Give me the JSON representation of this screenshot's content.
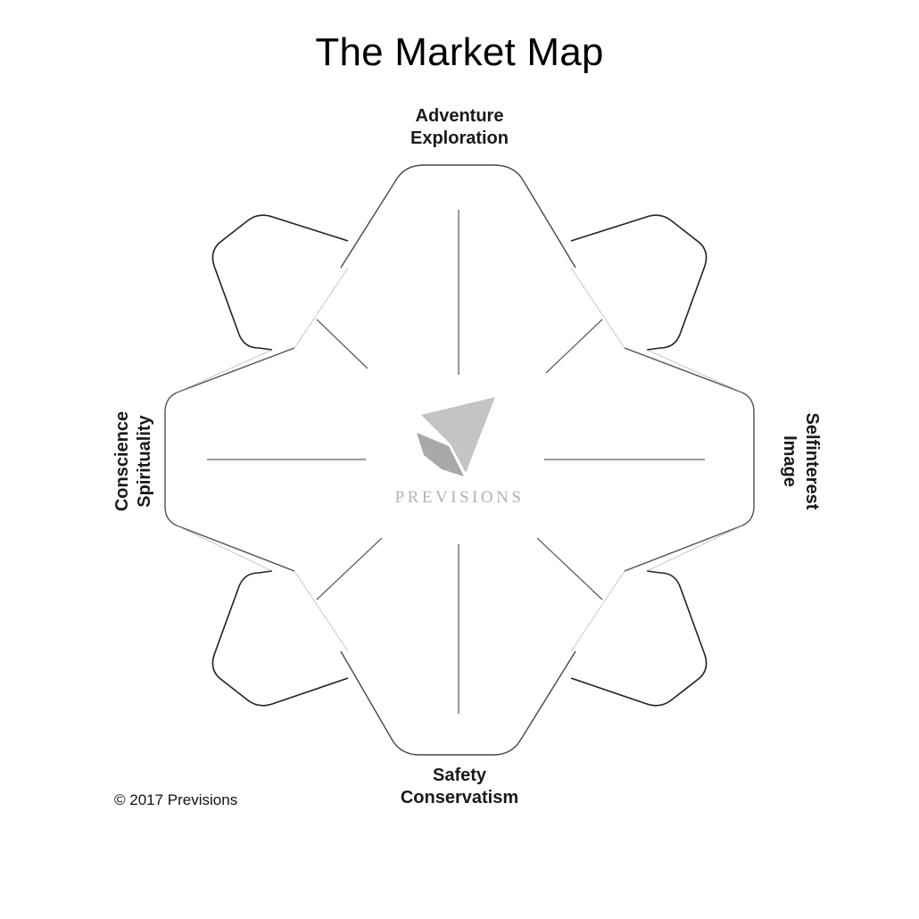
{
  "title": "The Market Map",
  "axes": {
    "top": {
      "line1": "Adventure",
      "line2": "Exploration"
    },
    "bottom": {
      "line1": "Safety",
      "line2": "Conservatism"
    },
    "left": {
      "line1": "Conscience",
      "line2": "Spirituality"
    },
    "right": {
      "line1": "Selfinterest",
      "line2": "Image"
    }
  },
  "logo": {
    "brand": "PREVISIONS",
    "color": "#b0b0b0"
  },
  "copyright": "© 2017 Previsions",
  "colors": {
    "outline": "#333333",
    "line": "#444444"
  }
}
